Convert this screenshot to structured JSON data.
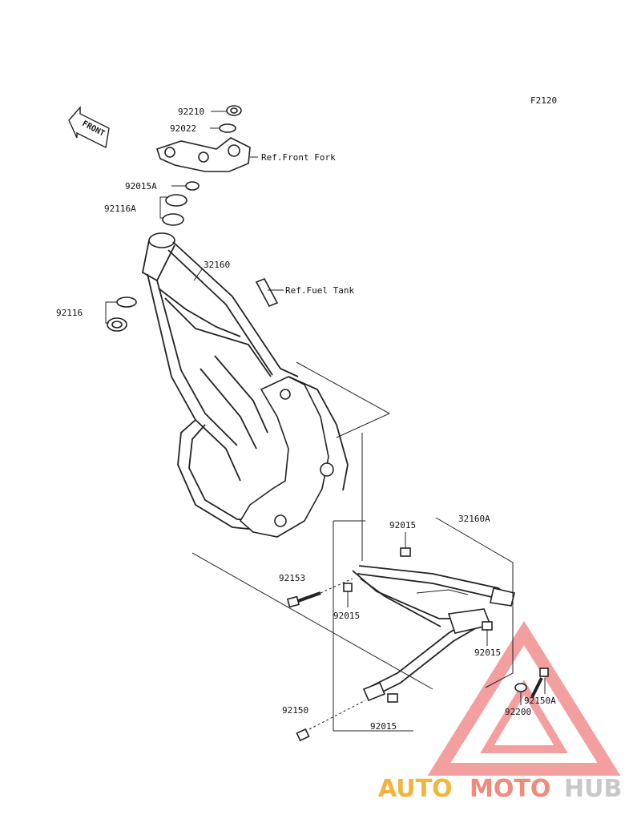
{
  "diagram": {
    "figure_code": "F2120",
    "front_arrow": "FRONT",
    "labels": {
      "p92210": "92210",
      "p92022": "92022",
      "ref_front_fork": "Ref.Front Fork",
      "p92015A": "92015A",
      "p92116A": "92116A",
      "p32160": "32160",
      "ref_fuel_tank": "Ref.Fuel Tank",
      "p92116": "92116",
      "p92015_top": "92015",
      "p32160A": "32160A",
      "p92153": "92153",
      "p92015_mid": "92015",
      "p92015_right": "92015",
      "p92150A": "92150A",
      "p92200": "92200",
      "p92150": "92150",
      "p92015_bottom": "92015"
    }
  },
  "watermark": {
    "text_auto": "AUTO",
    "text_moto": "MOTO",
    "text_hub": "HUB",
    "color_auto": "#f3b43a",
    "color_moto": "#f08a7a",
    "color_hub": "#c8c8c8",
    "triangle_color": "#f08080"
  }
}
